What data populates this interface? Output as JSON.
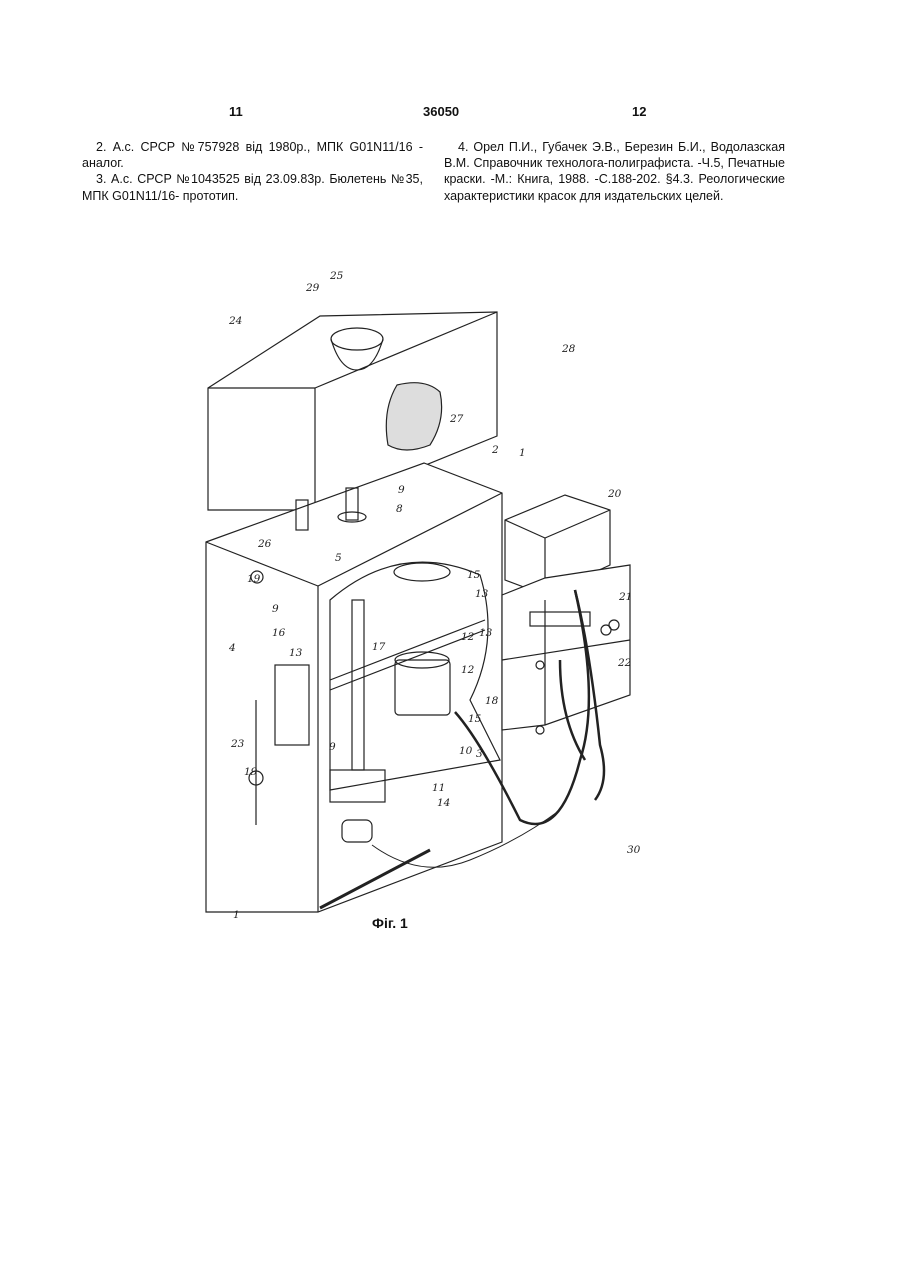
{
  "header": {
    "left_page": "11",
    "patent_number": "36050",
    "right_page": "12"
  },
  "references": {
    "left": [
      "2. А.с. СРСР №757928 від 1980р., МПК G01N11/16 - аналог.",
      "3. А.с. СРСР №1043525 від 23.09.83р. Бюлетень №35, МПК G01N11/16- прототип."
    ],
    "right": [
      "4. Орел П.И., Губачек Э.В., Березин Б.И., Водолазская В.М. Справочник технолога-полиграфиста. -Ч.5, Печатные краски. -М.: Книга, 1988. -С.188-202. §4.3. Реологические характеристики красок для издательских целей."
    ]
  },
  "figure": {
    "caption": "Фіг. 1",
    "callouts": [
      "1",
      "2",
      "3",
      "4",
      "5",
      "8",
      "9",
      "10",
      "11",
      "12",
      "13",
      "14",
      "15",
      "16",
      "17",
      "18",
      "19",
      "20",
      "21",
      "22",
      "23",
      "24",
      "25",
      "26",
      "27",
      "28",
      "29",
      "30"
    ]
  }
}
